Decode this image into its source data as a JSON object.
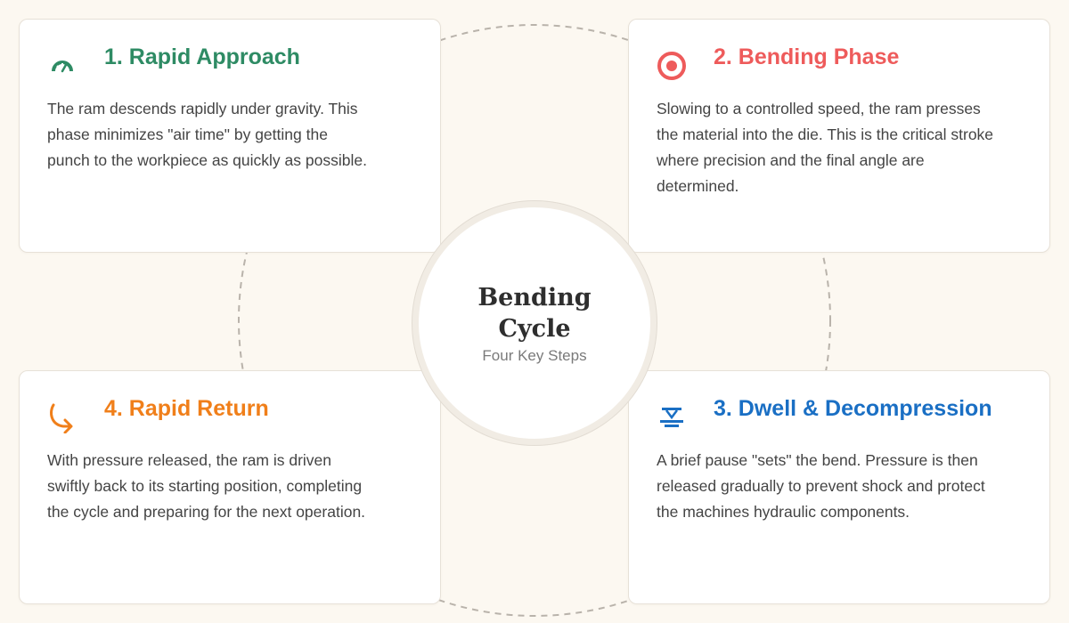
{
  "center": {
    "title_line1": "Bending",
    "title_line2": "Cycle",
    "subtitle": "Four Key Steps"
  },
  "steps": [
    {
      "title": "1. Rapid Approach",
      "description": "The ram descends rapidly under gravity. This phase minimizes \"air time\" by getting the punch to the workpiece as quickly as possible.",
      "icon": "speedometer-icon",
      "color": "#2e8b64"
    },
    {
      "title": "2. Bending Phase",
      "description": "Slowing to a controlled speed, the ram presses the material into the die. This is the critical stroke where precision and the final angle are determined.",
      "icon": "target-icon",
      "color": "#ee5b5b"
    },
    {
      "title": "3. Dwell & Decompression",
      "description": "A brief pause \"sets\" the bend. Pressure is then released gradually to prevent shock and protect the machines hydraulic components.",
      "icon": "press-icon",
      "color": "#1a6fc4"
    },
    {
      "title": "4. Rapid Return",
      "description": "With pressure released, the ram is driven swiftly back to its starting position, completing the cycle and preparing for the next operation.",
      "icon": "return-arrow-icon",
      "color": "#f07f1a"
    }
  ],
  "colors": {
    "background": "#fcf8f1",
    "ring": "#b9b3ab",
    "text": "#444444"
  }
}
